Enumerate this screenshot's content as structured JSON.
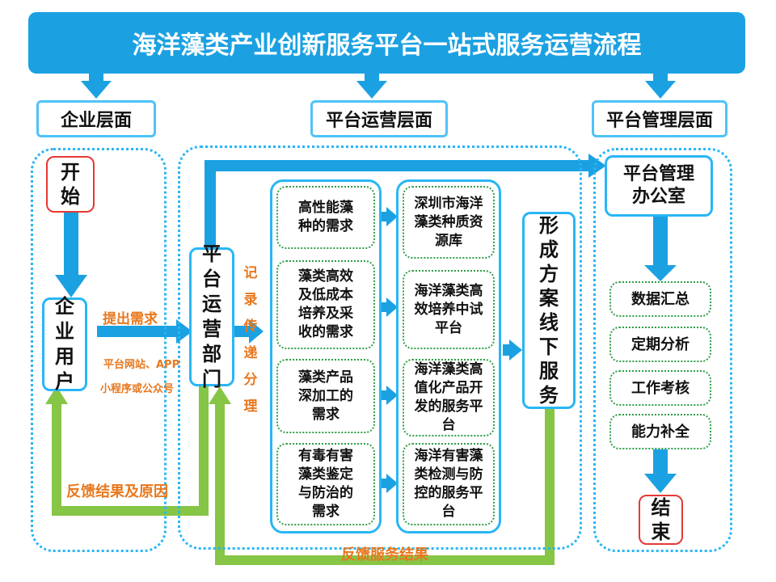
{
  "title": "海洋藻类产业创新服务平台一站式服务运营流程",
  "layers": {
    "enterprise": "企业层面",
    "platform_ops": "平台运营层面",
    "platform_mgmt": "平台管理层面"
  },
  "start": "开始",
  "end": "结束",
  "enterprise_user": "企业用户",
  "platform_ops_dept": "平台运营部门",
  "mgmt_office": "平台管理办公室",
  "submit_demand": "提出需求",
  "channels": [
    "平台网站、APP",
    "小程序或公众号"
  ],
  "record_transfer": "记录传递分理",
  "feedback_reason": "反馈结果及原因",
  "feedback_service": "反馈服务结果",
  "solution": "形成方案线下服务",
  "needs": [
    "高性能藻种的需求",
    "藻类高效及低成本培养及采收的需求",
    "藻类产品深加工的需求",
    "有毒有害藻类鉴定与防治的需求"
  ],
  "services": [
    "深圳市海洋藻类种质资源库",
    "海洋藻类高效培养中试平台",
    "海洋藻类高值化产品开发的服务平台",
    "海洋有害藻类检测与防控的服务平台"
  ],
  "mgmt_steps": [
    "数据汇总",
    "定期分析",
    "工作考核",
    "能力补全"
  ],
  "colors": {
    "title_bg": "#1ba1e2",
    "arrow_blue": "#1ba1e2",
    "arrow_green": "#86c545",
    "accent_orange": "#e8781e",
    "dotted_green": "#2e9e45",
    "start_end_border": "#e53935"
  }
}
